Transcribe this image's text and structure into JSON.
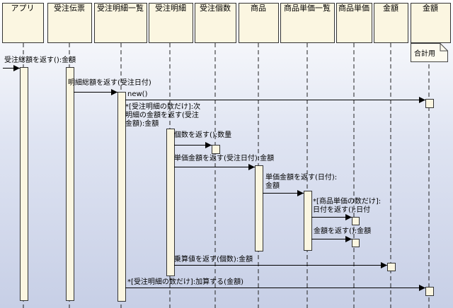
{
  "participants": [
    {
      "id": "app",
      "label": "アプリ"
    },
    {
      "id": "order_slip",
      "label": "受注伝票"
    },
    {
      "id": "order_detail_list",
      "label": "受注明細一覧"
    },
    {
      "id": "order_detail",
      "label": "受注明細"
    },
    {
      "id": "order_qty",
      "label": "受注個数"
    },
    {
      "id": "product",
      "label": "商品"
    },
    {
      "id": "unit_price_list",
      "label": "商品単価一覧"
    },
    {
      "id": "unit_price",
      "label": "商品単価"
    },
    {
      "id": "amount",
      "label": "金額"
    },
    {
      "id": "amount2",
      "label": "金額"
    }
  ],
  "note": "合計用",
  "messages": [
    {
      "id": "m1",
      "label": "受注総額を返す():金額"
    },
    {
      "id": "m2",
      "label": "明細総額を返す(受注日付)"
    },
    {
      "id": "m3",
      "label": "new()"
    },
    {
      "id": "m4",
      "label": "*[受注明細の数だけ]:次\n明細の金額を返す(受注\n金額):金額"
    },
    {
      "id": "m5",
      "label": "個数を返す():数量"
    },
    {
      "id": "m6",
      "label": "単価金額を返す(受注日付):金額"
    },
    {
      "id": "m7",
      "label": "単価金額を返す(日付):\n金額"
    },
    {
      "id": "m8",
      "label": "*[商品単価の数だけ]:\n日付を返す():日付"
    },
    {
      "id": "m9",
      "label": "金額を返す():金額"
    },
    {
      "id": "m10",
      "label": "乗算値を返す(個数):金額"
    },
    {
      "id": "m11",
      "label": "*[受注明細の数だけ]:加算する(金額)"
    }
  ]
}
